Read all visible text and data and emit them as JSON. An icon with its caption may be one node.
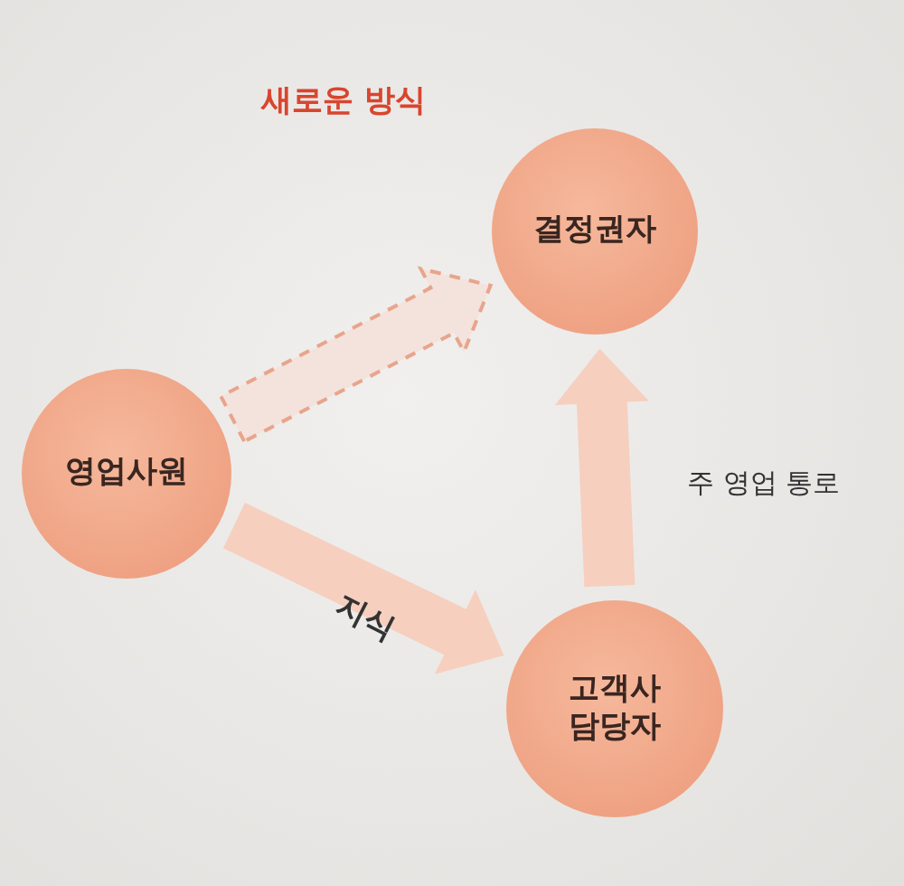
{
  "diagram": {
    "title": "새로운 방식",
    "nodes": [
      {
        "text": [
          "결정권자"
        ]
      },
      {
        "text": [
          "영업사원"
        ]
      },
      {
        "text": [
          "고객사 담당자"
        ]
      }
    ],
    "edges": [
      {
        "from": 1,
        "to": 0,
        "arrow": "to",
        "style": "dashed"
      },
      {
        "from": 1,
        "to": 2,
        "arrow": "to",
        "label": "지식",
        "style": "thick"
      },
      {
        "from": 2,
        "to": 0,
        "arrow": "to",
        "label": "주 영업 통로",
        "style": "thick"
      }
    ]
  }
}
